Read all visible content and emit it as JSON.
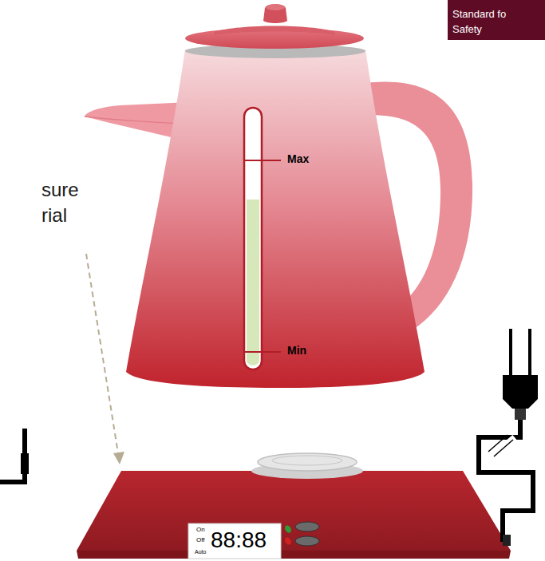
{
  "diagram": {
    "nodes": [
      {
        "text": [
          "Standard fo Safety"
        ]
      }
    ],
    "labels": [
      "sure rial",
      "Max",
      "Min",
      "On",
      "Off",
      "Auto",
      "88:88"
    ]
  }
}
